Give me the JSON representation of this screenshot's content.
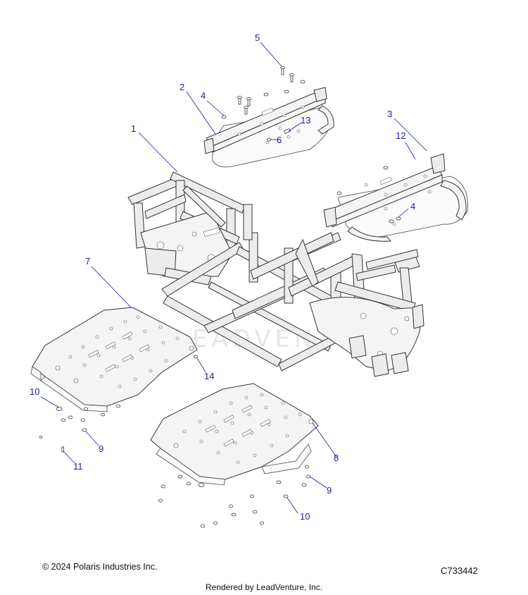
{
  "callouts": [
    "1",
    "2",
    "3",
    "4",
    "5",
    "6",
    "7",
    "8",
    "9",
    "10",
    "11",
    "12",
    "13",
    "14"
  ],
  "labels": {
    "c1": "1",
    "c2": "2",
    "c3": "3",
    "c4a": "4",
    "c4b": "4",
    "c5": "5",
    "c6": "6",
    "c7": "7",
    "c8": "8",
    "c9a": "9",
    "c9b": "9",
    "c10a": "10",
    "c10b": "10",
    "c11": "11",
    "c12": "12",
    "c13": "13",
    "c14": "14"
  },
  "watermark": "LEADVENTURE",
  "footer": {
    "copyright": "© 2024 Polaris Industries Inc.",
    "code": "C733442",
    "rendered_by": "Rendered by LeadVenture, Inc."
  },
  "colors": {
    "callout": "#1a1aa6",
    "line": "#333333",
    "watermark": "#d8d8d8"
  }
}
